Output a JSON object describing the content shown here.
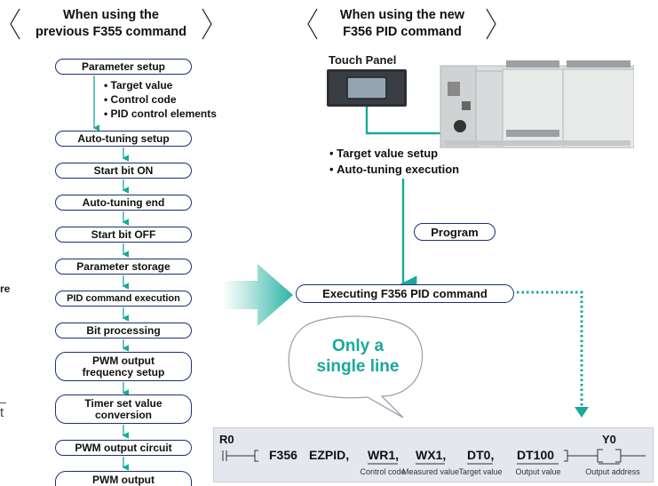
{
  "left_header": {
    "line1": "When using the",
    "line2": "previous F355 command"
  },
  "right_header": {
    "line1": "When using the new",
    "line2": "F356 PID command"
  },
  "left_steps": [
    "Parameter setup",
    "Auto-tuning setup",
    "Start bit ON",
    "Auto-tuning end",
    "Start bit OFF",
    "Parameter storage",
    "PID command execution",
    "Bit processing",
    "PWM output frequency setup",
    "Timer set value conversion",
    "PWM output circuit",
    "PWM output"
  ],
  "parameter_bullets": [
    "Target value",
    "Control code",
    "PID control elements"
  ],
  "touch_panel_label": "Touch Panel",
  "right_bullets": [
    "Target value setup",
    "Auto-tuning execution"
  ],
  "program_label": "Program",
  "executing_label": "Executing F356 PID command",
  "bubble": {
    "line1": "Only a",
    "line2": "single line"
  },
  "left_edge_fragments": [
    "re",
    "t"
  ],
  "ladder": {
    "input_contact": "R0",
    "command": "F356",
    "instruction": "EZPID,",
    "operands": [
      {
        "value": "WR1,",
        "caption": "Control code"
      },
      {
        "value": "WX1,",
        "caption": "Measured value"
      },
      {
        "value": "DT0,",
        "caption": "Target value"
      },
      {
        "value": "DT100",
        "caption": "Output value"
      }
    ],
    "output_coil": "Y0",
    "output_caption": "Output address"
  },
  "colors": {
    "arrow": "#1aa89b",
    "box_border": "#1c2f73",
    "ladder_bg": "#e4e7ee"
  }
}
